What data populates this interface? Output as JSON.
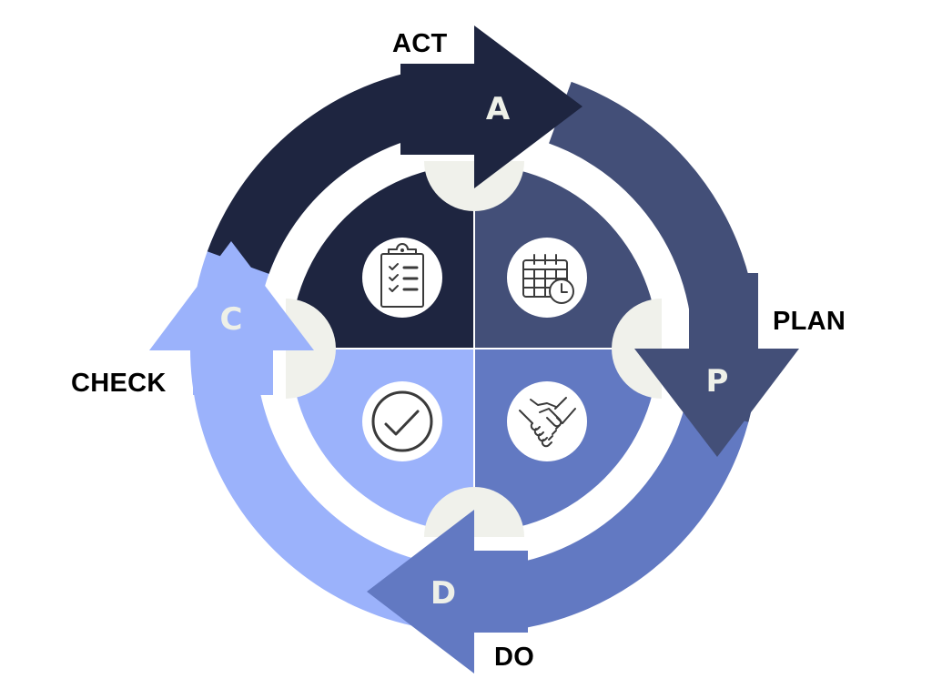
{
  "diagram": {
    "title": "PDCA Cycle",
    "stages": [
      {
        "key": "plan",
        "label": "PLAN",
        "letter": "P",
        "color": "#434f78",
        "icon": "calendar-clock-icon"
      },
      {
        "key": "do",
        "label": "DO",
        "letter": "D",
        "color": "#6279c2",
        "icon": "handshake-icon"
      },
      {
        "key": "check",
        "label": "CHECK",
        "letter": "C",
        "color": "#9bb2fb",
        "icon": "check-circle-icon"
      },
      {
        "key": "act",
        "label": "ACT",
        "letter": "A",
        "color": "#1e2540",
        "icon": "clipboard-checklist-icon"
      }
    ],
    "connector_color": "#f0f1eb",
    "label_color": "#000000",
    "letter_color": "#eef0e8",
    "icon_stroke": "#3a3a3a"
  }
}
